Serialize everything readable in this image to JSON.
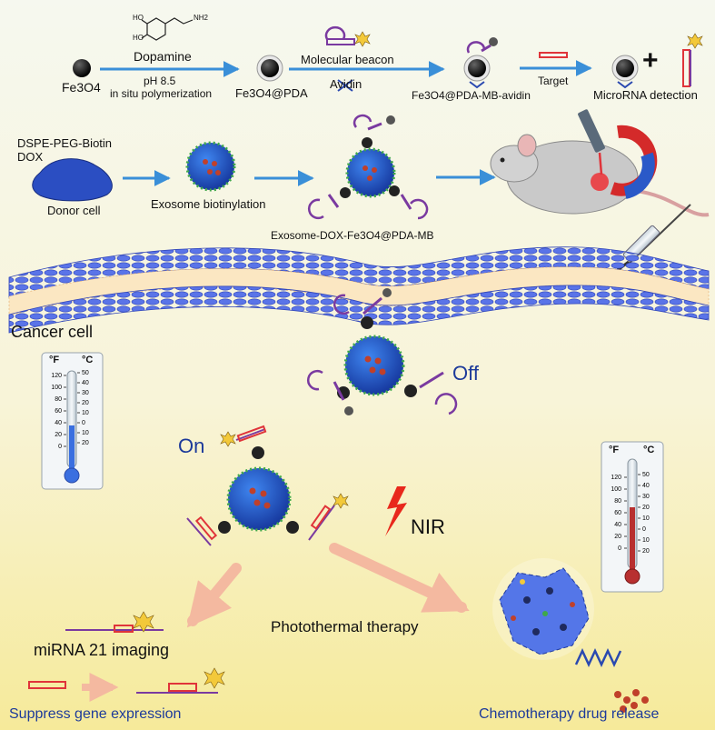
{
  "top_flow": {
    "fe3o4": "Fe3O4",
    "dopamine": "Dopamine",
    "ph": "pH 8.5",
    "polymerization": "in situ polymerization",
    "fe3o4_pda": "Fe3O4@PDA",
    "molecular_beacon": "Molecular beacon",
    "avidin": "Avidin",
    "fe3o4_pda_mb_avidin": "Fe3O4@PDA-MB-avidin",
    "target": "Target",
    "microrna_detection": "MicroRNA detection",
    "plus": "+",
    "dopamine_ho1": "HO",
    "dopamine_ho2": "HO",
    "dopamine_nh2": "NH2"
  },
  "exosome_flow": {
    "dspe": "DSPE-PEG-Biotin",
    "dox": "DOX",
    "donor_cell": "Donor cell",
    "exosome_biotinylation": "Exosome biotinylation",
    "complex_label": "Exosome-DOX-Fe3O4@PDA-MB"
  },
  "cell": {
    "cancer_cell": "Cancer cell",
    "off": "Off",
    "on": "On",
    "nir": "NIR",
    "mirna_imaging": "miRNA 21  imaging",
    "photothermal": "Photothermal therapy",
    "suppress": "Suppress gene expression",
    "chemo": "Chemotherapy drug release"
  },
  "thermometer": {
    "f_unit": "°F",
    "c_unit": "°C",
    "f_ticks": [
      "120",
      "100",
      "80",
      "60",
      "40",
      "20",
      "0"
    ],
    "c_ticks": [
      "50",
      "40",
      "30",
      "20",
      "10",
      "0",
      "10",
      "20"
    ]
  },
  "colors": {
    "arrow_blue": "#3a8fd8",
    "beacon_purple": "#7a3aa0",
    "rna_red": "#e0343a",
    "exosome_blue": "#2456c8",
    "nir_red": "#e8281c",
    "peach": "#f4b9a0"
  }
}
